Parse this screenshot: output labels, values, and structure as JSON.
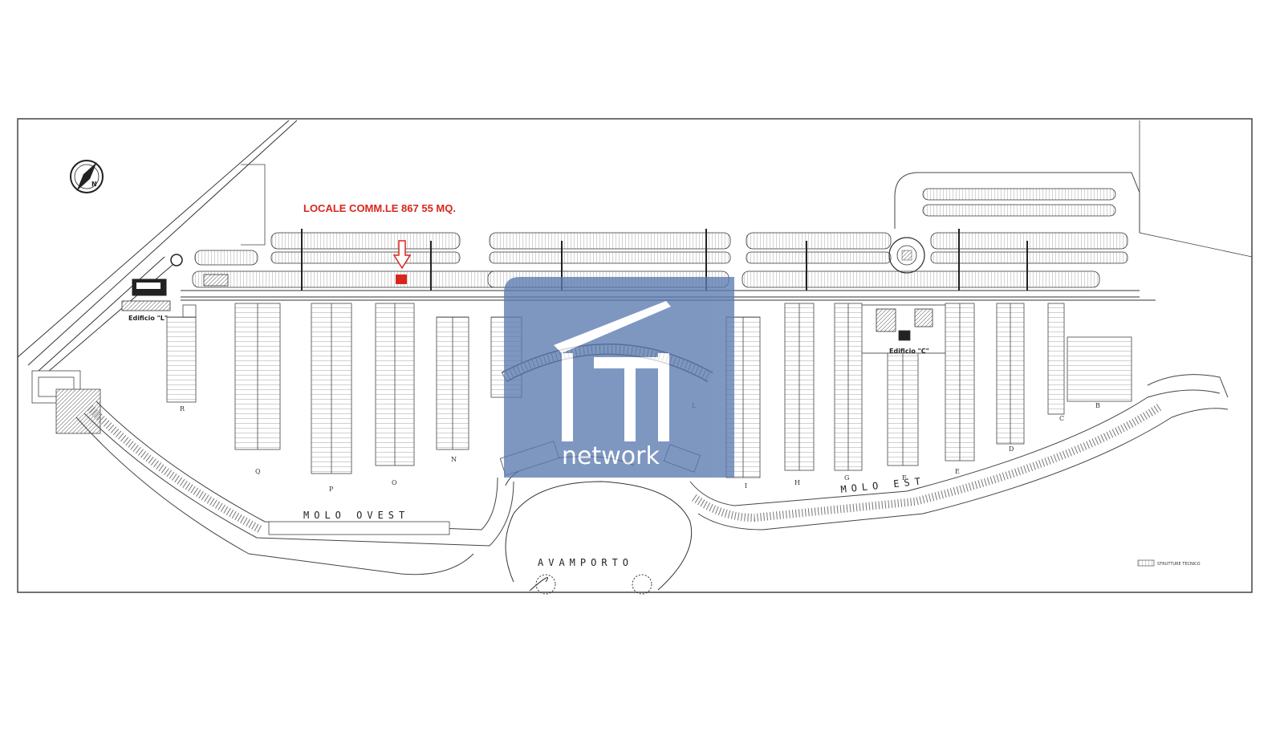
{
  "title": "LOCALE COMM.LE    867    55 MQ.",
  "highlight_color": "#d9261c",
  "watermark": {
    "brand": "network",
    "color": "#5a7bb0"
  },
  "labels": {
    "molo_ovest": "MOLO OVEST",
    "molo_est": "MOLO EST",
    "avamporto": "AVAMPORTO",
    "edificio_l": "Edificio \"L\"",
    "edificio_c": "Edificio \"C\"",
    "legend": "STRUTTURE TECNICO"
  },
  "piers": [
    "R",
    "Q",
    "P",
    "O",
    "N",
    "L",
    "I",
    "H",
    "G",
    "F",
    "E",
    "D",
    "C",
    "B"
  ],
  "icons": {
    "compass": "north-arrow-icon",
    "marker": "down-arrow-icon"
  }
}
